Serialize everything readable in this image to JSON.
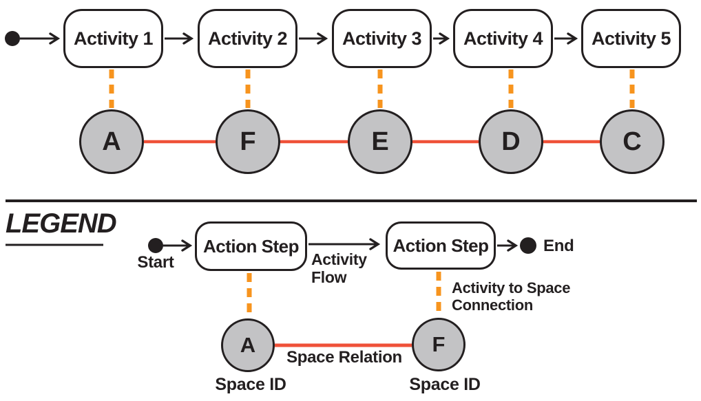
{
  "diagram": {
    "activities": [
      "Activity 1",
      "Activity 2",
      "Activity 3",
      "Activity 4",
      "Activity 5"
    ],
    "spaces": [
      "A",
      "F",
      "E",
      "D",
      "C"
    ],
    "activity_space_links": [
      [
        "Activity 1",
        "A"
      ],
      [
        "Activity 2",
        "F"
      ],
      [
        "Activity 3",
        "E"
      ],
      [
        "Activity 4",
        "D"
      ],
      [
        "Activity 5",
        "C"
      ]
    ],
    "space_relations": [
      [
        "A",
        "F"
      ],
      [
        "F",
        "E"
      ],
      [
        "E",
        "D"
      ],
      [
        "D",
        "C"
      ]
    ]
  },
  "legend": {
    "title": "LEGEND",
    "start_label": "Start",
    "action_steps": [
      "Action Step",
      "Action Step"
    ],
    "activity_flow_label": "Activity Flow",
    "end_label": "End",
    "activity_to_space_label": "Activity to Space Connection",
    "space_relation_label": "Space Relation",
    "space_nodes": [
      {
        "letter": "A",
        "caption": "Space ID"
      },
      {
        "letter": "F",
        "caption": "Space ID"
      }
    ]
  },
  "colors": {
    "orange": "#F7941E",
    "red": "#EF5138",
    "node_gray": "#C3C3C5",
    "ink": "#231F20"
  }
}
